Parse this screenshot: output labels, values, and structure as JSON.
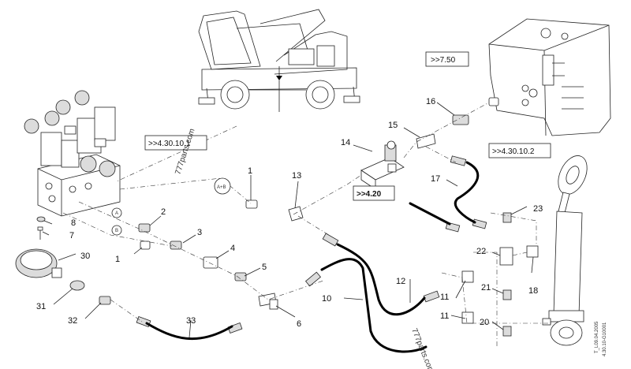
{
  "callouts": [
    "1",
    "2",
    "3",
    "4",
    "5",
    "6",
    "7",
    "8",
    "10",
    "11",
    "12",
    "13",
    "14",
    "15",
    "16",
    "17",
    "18",
    "20",
    "21",
    "22",
    "23",
    "30",
    "31",
    "32",
    "33"
  ],
  "callout_1b": "1",
  "callout_11b": "11",
  "refs": {
    "r750": ">>7.50",
    "r4301": ">>4.30.10.1",
    "r4302": ">>4.30.10.2",
    "r420": ">>4.20"
  },
  "port_labels": {
    "ab": "A+B",
    "a": "A",
    "b": "B"
  },
  "watermarks": {
    "w1": "777parts.com",
    "w2": "777parts.com"
  },
  "footer": {
    "line1": "T_L09.04.2005",
    "line2": "4.30.10-G10001"
  },
  "icons": [
    "machine-icon",
    "valve-block-icon",
    "hydraulic-tank-icon",
    "cylinder-icon",
    "accumulator-icon",
    "directional-valve-icon"
  ]
}
